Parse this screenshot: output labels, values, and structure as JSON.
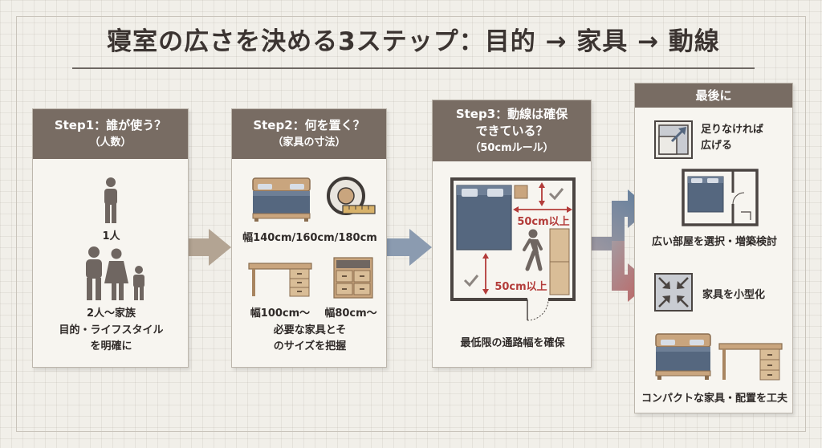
{
  "title": "寝室の広さを決める3ステップ：目的 → 家具 → 動線",
  "step1": {
    "head": "Step1：誰が使う？",
    "sub": "（人数）",
    "single_label": "1人",
    "family_label": "2人〜家族",
    "note_line1": "目的・ライフスタイル",
    "note_line2": "を明確に"
  },
  "step2": {
    "head": "Step2：何を置く？",
    "sub": "（家具の寸法）",
    "bed_widths": "幅140cm/160cm/180cm",
    "desk_width": "幅100cm〜",
    "chest_width": "幅80cm〜",
    "note_line1": "必要な家具とそ",
    "note_line2": "のサイズを把握"
  },
  "step3": {
    "head_line1": "Step3：動線は確保",
    "head_line2": "できている？",
    "sub": "（50cmルール）",
    "clearance_top": "50cm以上",
    "clearance_bottom": "50cm以上",
    "note": "最低限の通路幅を確保"
  },
  "final": {
    "head": "最後に",
    "option1_line1": "足りなければ",
    "option1_line2": "広げる",
    "option1_note": "広い部屋を選択・増築検討",
    "option2": "家具を小型化",
    "option2_note": "コンパクトな家具・配置を工夫"
  },
  "colors": {
    "header": "#786c63",
    "arrow_tan": "#b3a493",
    "arrow_blue": "#7a8ea6",
    "arrow_red": "#c0605e",
    "furniture_wood": "#c9a57e",
    "bed_blue": "#55677f",
    "clearance_red": "#b33c3a"
  },
  "icons": [
    "person-icon",
    "family-icon",
    "bed-icon",
    "tape-measure-icon",
    "desk-icon",
    "chest-icon",
    "walking-person-icon",
    "expand-icon",
    "shrink-icon",
    "floorplan-icon"
  ]
}
